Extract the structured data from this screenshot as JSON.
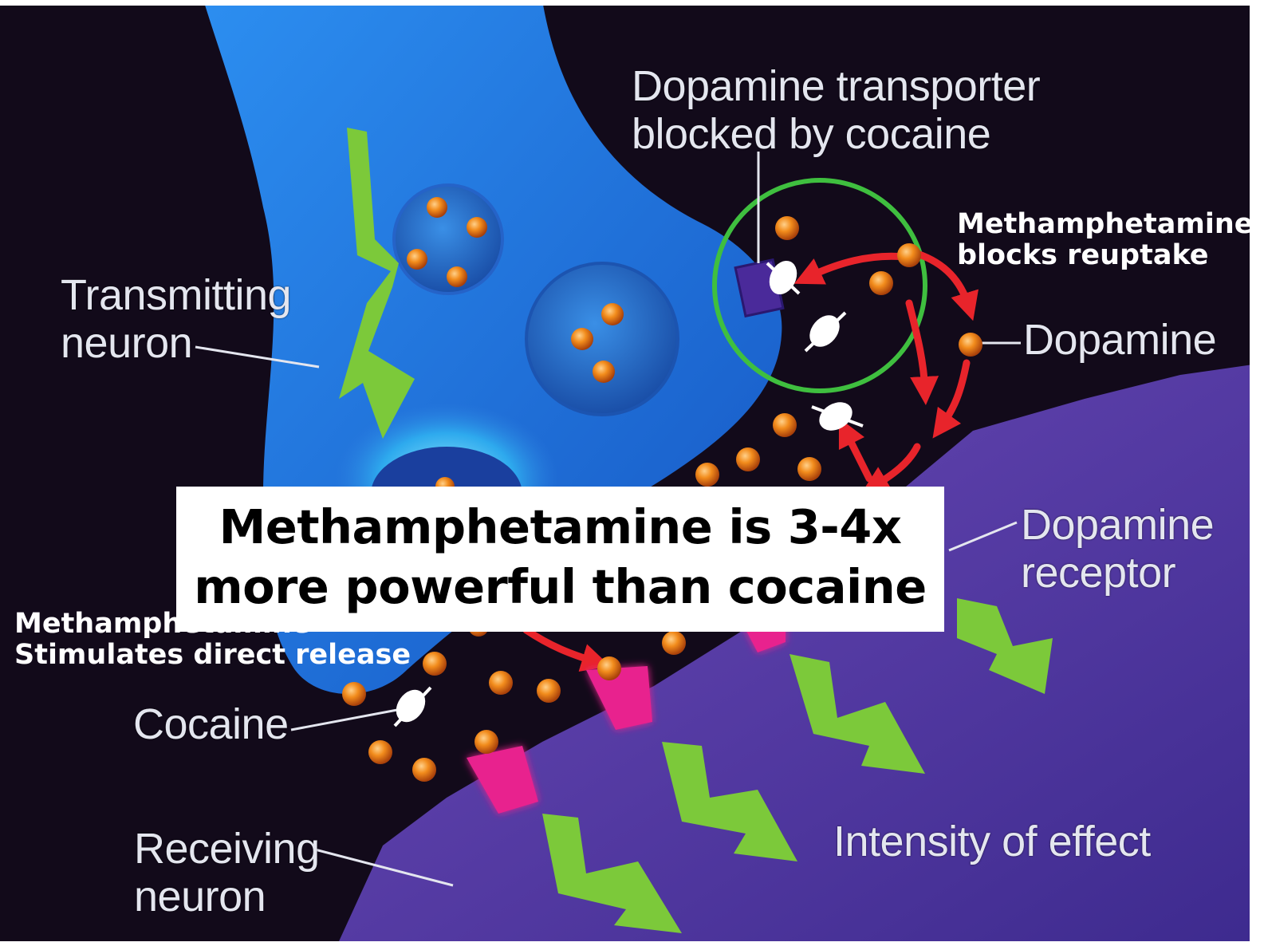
{
  "labels": {
    "transporter": [
      "Dopamine transporter",
      "blocked by cocaine"
    ],
    "blocks_reuptake": [
      "Methamphetamine",
      "blocks reuptake"
    ],
    "transmitting": [
      "Transmitting",
      "neuron"
    ],
    "dopamine": "Dopamine",
    "receptor": [
      "Dopamine",
      "receptor"
    ],
    "release": [
      "Methamphetamine",
      "Stimulates direct release"
    ],
    "cocaine": "Cocaine",
    "receiving": [
      "Receiving",
      "neuron"
    ],
    "intensity": "Intensity of effect"
  },
  "banner": [
    "Methamphetamine is 3-4x",
    "more powerful than cocaine"
  ],
  "colors": {
    "background": "#120a1a",
    "transmitting_neuron": "#1d74d8",
    "receiving_neuron": "#5a3aa6",
    "dopamine": "#f08a1e",
    "receptor": "#e8208e",
    "signal_arrow": "#7cc93a",
    "reuptake_arrow": "#e8242b",
    "transporter": "#4a2a9a",
    "highlight_ring": "#3fbf3f"
  },
  "icons": [
    "dopamine-molecule",
    "cocaine-molecule",
    "dopamine-receptor",
    "signal-arrow",
    "reuptake-arrow",
    "transporter-block"
  ]
}
